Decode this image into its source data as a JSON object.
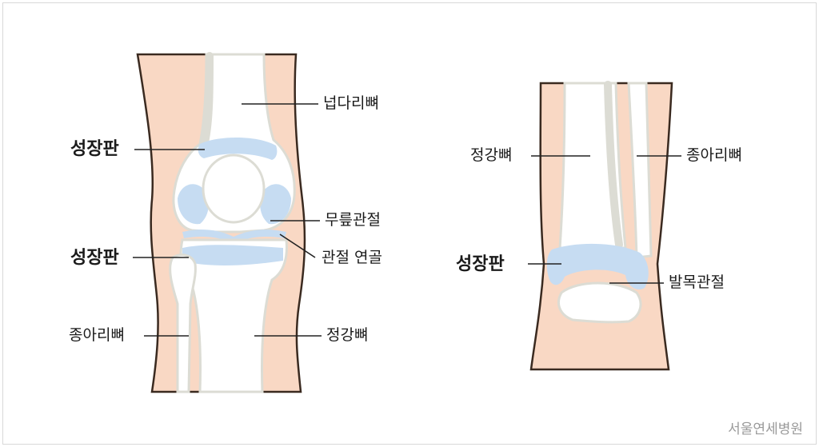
{
  "knee": {
    "labels": {
      "femur": "넙다리뼈",
      "growth_plate_upper": "성장판",
      "knee_joint": "무릎관절",
      "articular_cartilage": "관절 연골",
      "growth_plate_lower": "성장판",
      "fibula": "종아리뼈",
      "tibia": "정강뼈"
    }
  },
  "ankle": {
    "labels": {
      "tibia": "정강뼈",
      "fibula": "종아리뼈",
      "growth_plate": "성장판",
      "ankle_joint": "발목관절"
    }
  },
  "brand": "서울연세병원",
  "colors": {
    "skin": "#f9d8c4",
    "skin_outline": "#3a2a20",
    "bone": "#ffffff",
    "bone_shade": "#dcdcd4",
    "growth_plate": "#c6dcf2",
    "leader_line": "#222222"
  }
}
